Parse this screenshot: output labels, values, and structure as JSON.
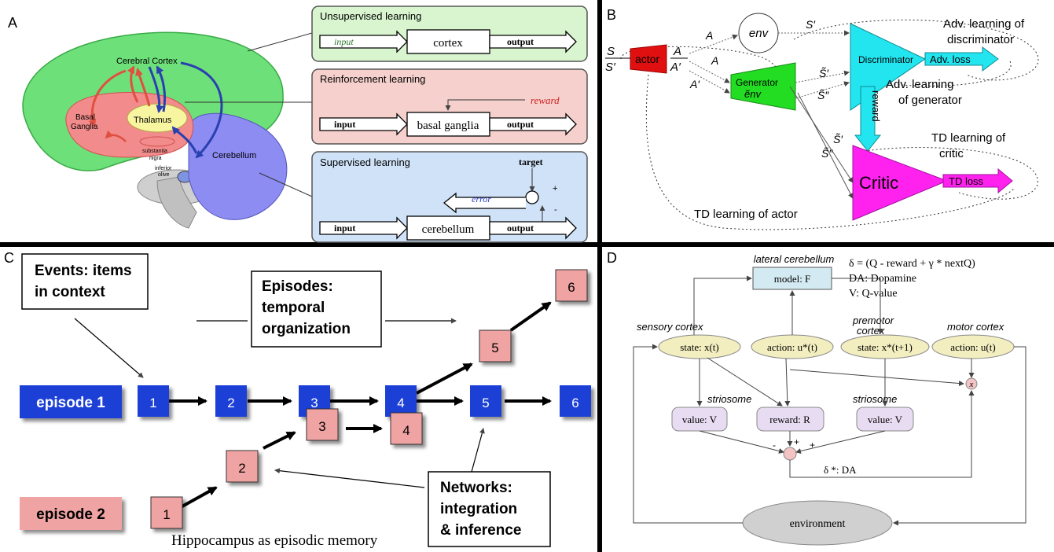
{
  "panels": {
    "a": "A",
    "b": "B",
    "c": "C",
    "d": "D"
  },
  "panel_a": {
    "brain_labels": {
      "cortex": "Cerebral Cortex",
      "basal": "Basal",
      "ganglia": "Ganglia",
      "thalamus": "Thalamus",
      "substantia": "substantia",
      "nigra": "nigra",
      "inferior": "inferior",
      "olive": "olive",
      "cerebellum": "Cerebellum"
    },
    "unsupervised": {
      "title": "Unsupervised learning",
      "input": "input",
      "module": "cortex",
      "output": "output",
      "color": "#d8f5cf"
    },
    "reinforcement": {
      "title": "Reinforcement learning",
      "input": "input",
      "module": "basal ganglia",
      "output": "output",
      "signal": "reward",
      "color": "#f5d0cc"
    },
    "supervised": {
      "title": "Supervised learning",
      "input": "input",
      "module": "cerebellum",
      "output": "output",
      "target": "target",
      "error": "error",
      "plus": "+",
      "minus": "-",
      "color": "#cfe2f7"
    }
  },
  "panel_b": {
    "s": "S",
    "s_prime": "S′",
    "actor": "actor",
    "a1": "A",
    "a2": "A′",
    "a3": "A",
    "a4": "A",
    "a5": "A′",
    "env": "env",
    "env_out": "S′",
    "generator": "Generator",
    "generator_sub": "ẽnv",
    "gen_out1": "S̃′",
    "gen_out2": "S̃″",
    "discriminator": "Discriminator",
    "adv_loss": "Adv. loss",
    "adv_disc1": "Adv. learning of",
    "adv_disc2": "discriminator",
    "adv_gen1": "Adv. learning",
    "adv_gen2": "of generator",
    "reward": "reward",
    "critic": "Critic",
    "td_loss": "TD loss",
    "td_critic1": "TD learning of",
    "td_critic2": "critic",
    "td_actor": "TD learning of actor",
    "c_in1": "S̃″",
    "c_in2": "S̃′",
    "colors": {
      "actor": "#e01010",
      "generator": "#22dd22",
      "discriminator": "#22e5f0",
      "critic": "#ff22ee"
    }
  },
  "panel_c": {
    "events_box": [
      "Events: items",
      "in context"
    ],
    "episodes_box": [
      "Episodes:",
      "temporal",
      "organization"
    ],
    "networks_box": [
      "Networks:",
      "integration",
      "& inference"
    ],
    "episode1_label": "episode 1",
    "episode2_label": "episode 2",
    "ep1_nodes": [
      "1",
      "2",
      "3",
      "4",
      "5",
      "6"
    ],
    "ep2_nodes": [
      "1",
      "2",
      "3",
      "4",
      "5",
      "6"
    ],
    "caption": "Hippocampus as episodic memory",
    "colors": {
      "blue": "#1a3fd6",
      "pink": "#f0a3a3"
    }
  },
  "panel_d": {
    "lateral_cerebellum": "lateral cerebellum",
    "model": "model: F",
    "eq": "δ = (Q - reward + γ * nextQ)",
    "da": "DA: Dopamine",
    "v": "V: Q-value",
    "sensory_cortex": "sensory cortex",
    "premotor1": "premotor",
    "premotor2": "cortex",
    "motor_cortex": "motor cortex",
    "state": "state:  x(t)",
    "action_star": "action:  u*(t)",
    "state_next": "state:  x*(t+1)",
    "action": "action:  u(t)",
    "striosome1": "striosome",
    "striosome2": "striosome",
    "value1": "value:  V",
    "reward_node": "reward:  R",
    "value2": "value:  V",
    "x_mark": "x",
    "plus1": "+",
    "plus2": "+",
    "minus": "-",
    "delta_da": "δ *: DA",
    "environment": "environment"
  }
}
